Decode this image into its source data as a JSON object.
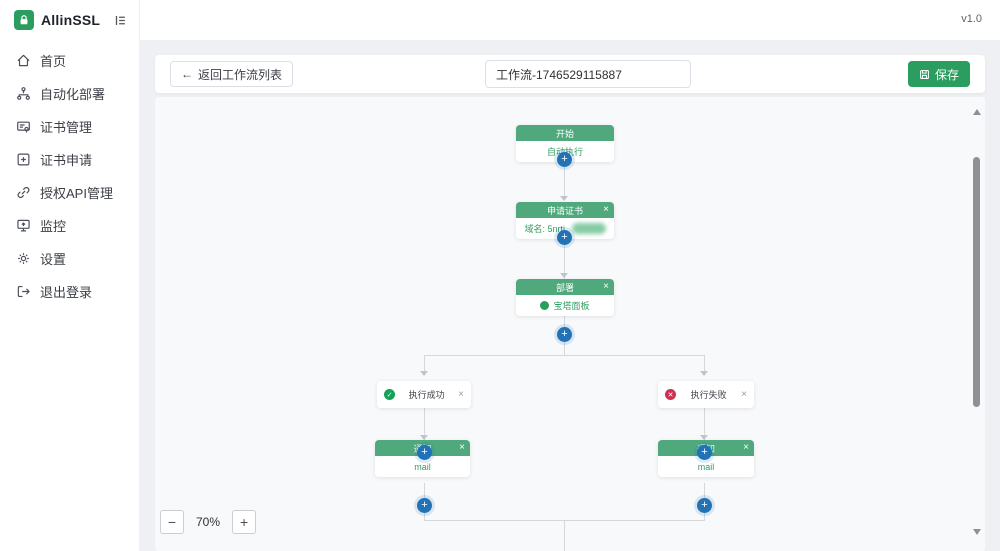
{
  "app": {
    "name": "AllinSSL",
    "version": "v1.0"
  },
  "sidebar": {
    "items": [
      {
        "label": "首页",
        "icon": "home"
      },
      {
        "label": "自动化部署",
        "icon": "automation"
      },
      {
        "label": "证书管理",
        "icon": "certificate-manage"
      },
      {
        "label": "证书申请",
        "icon": "certificate-apply"
      },
      {
        "label": "授权API管理",
        "icon": "api-auth"
      },
      {
        "label": "监控",
        "icon": "monitor"
      },
      {
        "label": "设置",
        "icon": "settings"
      },
      {
        "label": "退出登录",
        "icon": "logout"
      }
    ]
  },
  "toolbar": {
    "back_arrow": "←",
    "back_label": "返回工作流列表",
    "workflow_name": "工作流-1746529115887",
    "save_label": "保存"
  },
  "canvas": {
    "plus_glyph": "+",
    "close_glyph": "×",
    "check_glyph": "✓",
    "cross_glyph": "✕",
    "nodes": {
      "start": {
        "title": "开始",
        "body": "自动执行"
      },
      "apply_cert": {
        "title": "申请证书",
        "body_label": "域名: 5nrtj."
      },
      "deploy": {
        "title": "部署",
        "body": "宝塔面板"
      },
      "branch_success": {
        "label": "执行成功"
      },
      "branch_fail": {
        "label": "执行失败"
      },
      "notify_left": {
        "title": "通知",
        "body": "mail"
      },
      "notify_right": {
        "title": "通知",
        "body": "mail"
      }
    },
    "zoom": {
      "minus": "−",
      "level": "70%",
      "plus": "+"
    }
  },
  "colors": {
    "brand_green": "#2a9d5f",
    "node_header_green": "#4fa97c",
    "body_text_green": "#2f9e63",
    "plus_blue": "#2173b6",
    "success": "#18a058",
    "danger": "#d03050"
  }
}
